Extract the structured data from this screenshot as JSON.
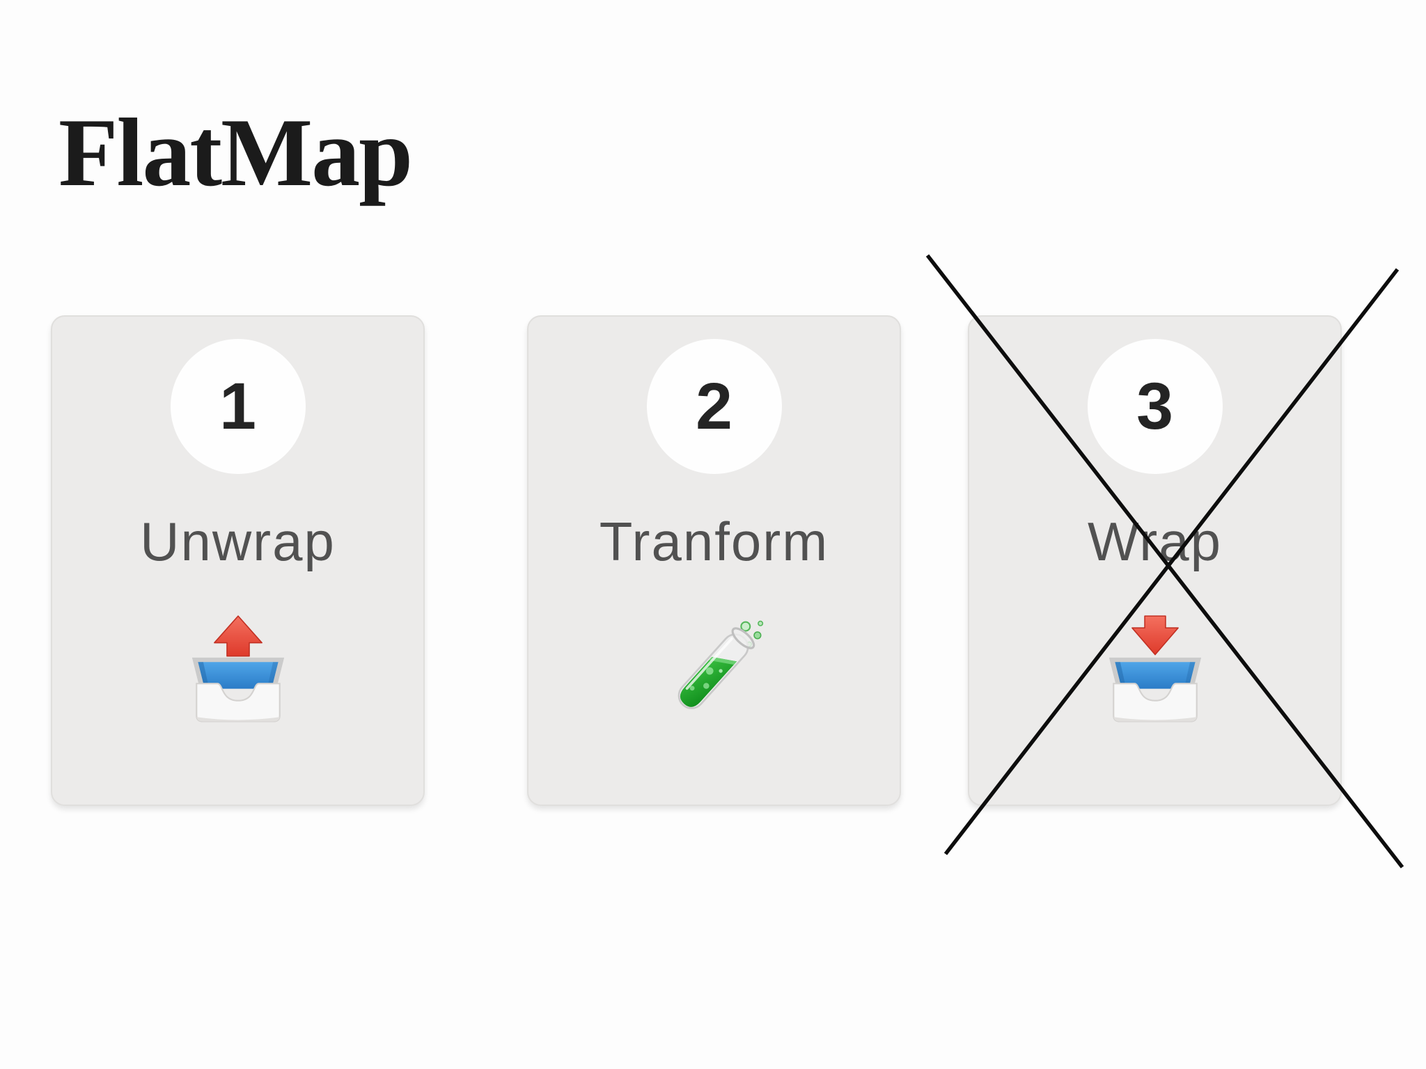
{
  "page": {
    "title": "FlatMap",
    "background_color": "#FDFDFD"
  },
  "cards": [
    {
      "number": "1",
      "label": "Unwrap",
      "icon": "outbox-tray-icon",
      "crossed_out": false
    },
    {
      "number": "2",
      "label": "Tranform",
      "icon": "test-tube-icon",
      "crossed_out": false
    },
    {
      "number": "3",
      "label": "Wrap",
      "icon": "inbox-tray-icon",
      "crossed_out": true
    }
  ],
  "colors": {
    "card_background": "#ECEBEA",
    "card_border": "#E0DFDD",
    "number_circle": "#FEFEFE",
    "number_text": "#242424",
    "label_text": "#515151",
    "cross_mark": "#0D0D0D",
    "arrow_red": "#E8473A",
    "tray_blue": "#3490DC",
    "tray_white": "#F8F8F8",
    "liquid_green": "#23A82C"
  }
}
